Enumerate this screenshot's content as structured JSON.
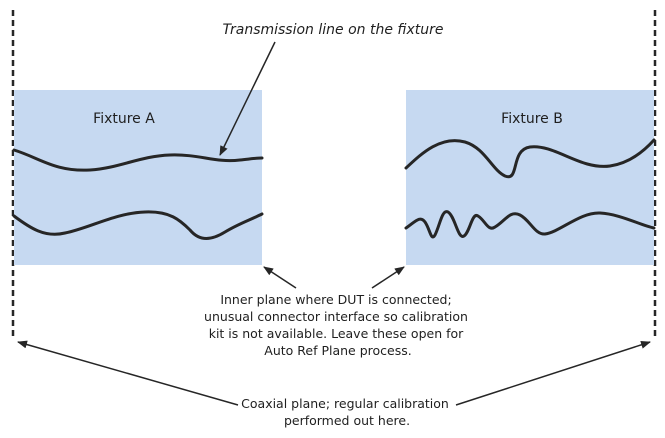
{
  "callout": {
    "transmission_line": "Transmission line on the fixture"
  },
  "fixtures": {
    "a_label": "Fixture A",
    "b_label": "Fixture B"
  },
  "notes": {
    "inner_plane": [
      "Inner plane where DUT is connected;",
      "unusual connector interface so calibration",
      "kit is not available. Leave these open for",
      "Auto Ref Plane process."
    ],
    "coaxial_plane": [
      "Coaxial plane; regular calibration",
      "performed out here."
    ]
  },
  "colors": {
    "fixture_fill": "#c6d9f1",
    "line": "#262626",
    "text": "#1f1f1f"
  }
}
